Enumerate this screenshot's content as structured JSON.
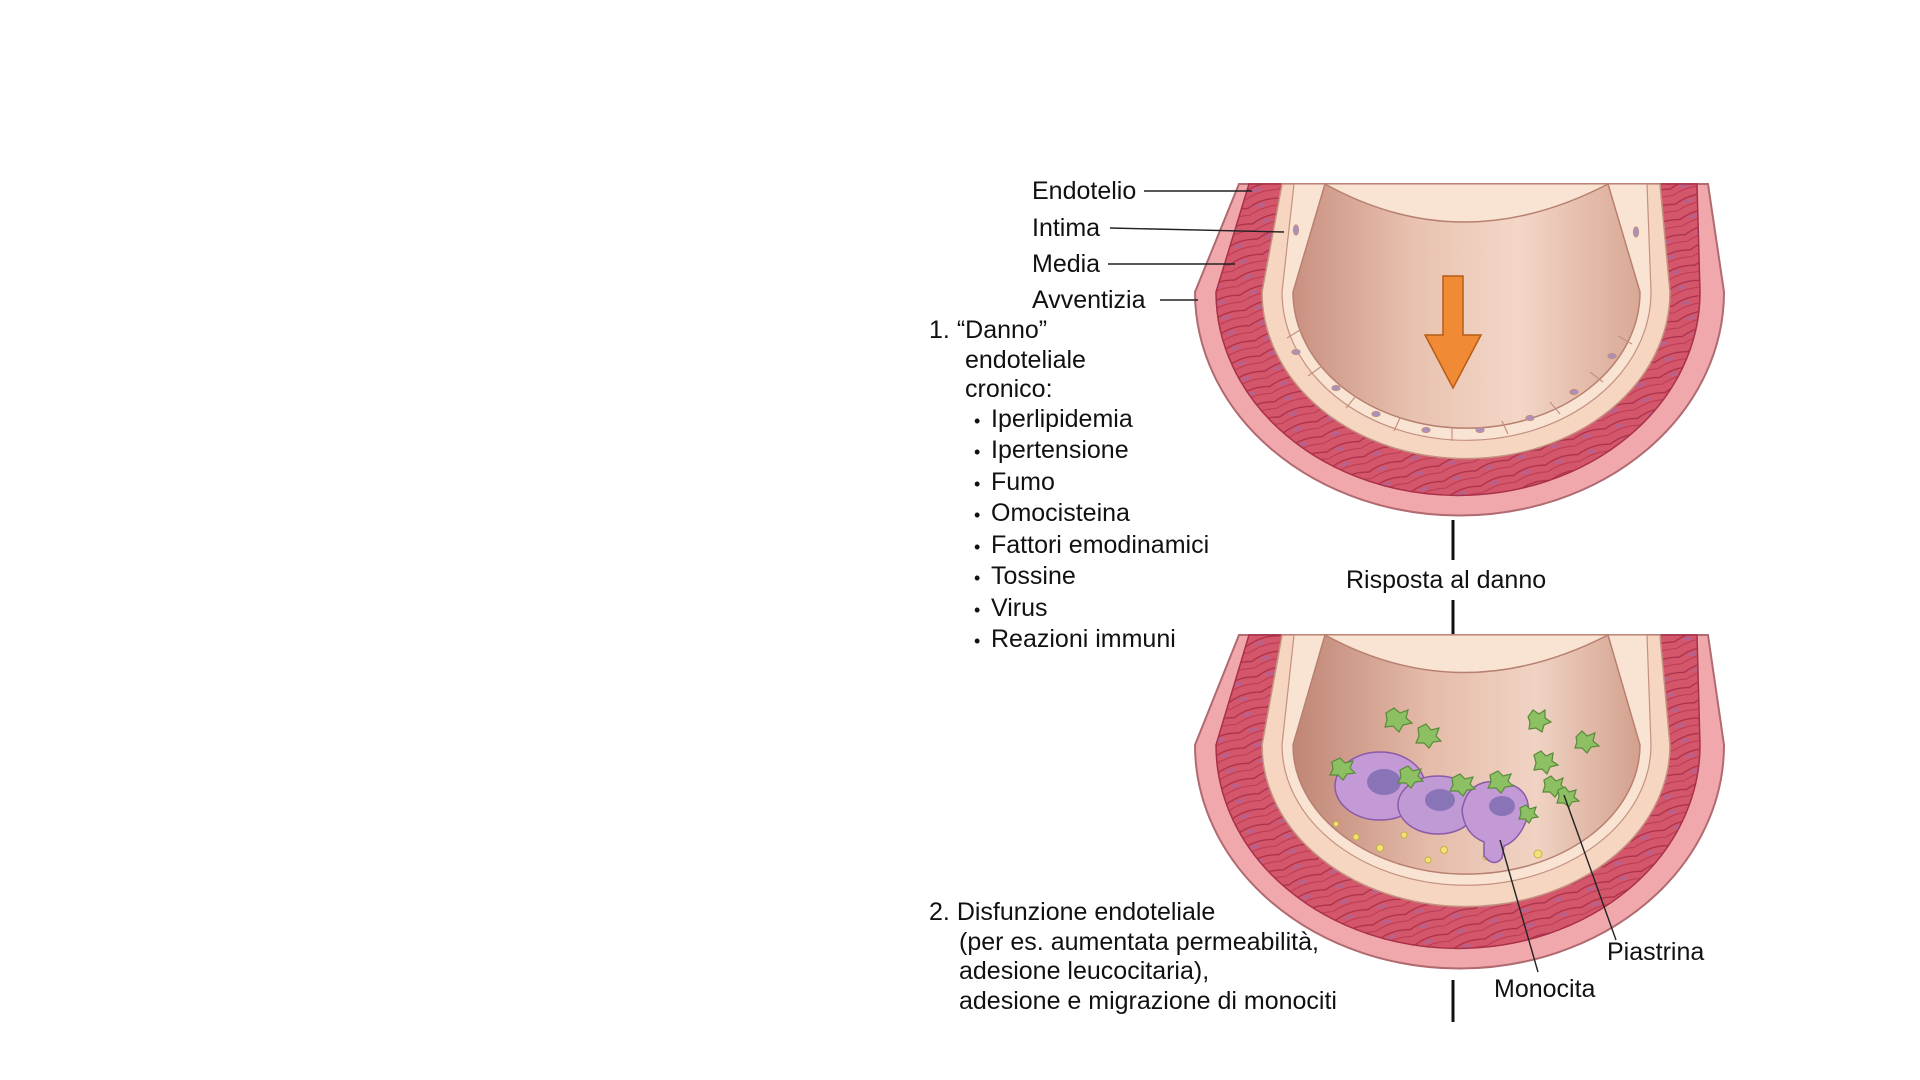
{
  "layers": {
    "endothelium": "Endotelio",
    "intima": "Intima",
    "media": "Media",
    "adventitia": "Avventizia"
  },
  "step1": {
    "number": "1.",
    "title_lines": [
      "“Danno”",
      "endoteliale",
      "cronico:"
    ],
    "causes": [
      "Iperlipidemia",
      "Ipertensione",
      "Fumo",
      "Omocisteina",
      "Fattori emodinamici",
      "Tossine",
      "Virus",
      "Reazioni immuni"
    ]
  },
  "response": "Risposta al danno",
  "step2": {
    "number": "2.",
    "lines": [
      "Disfunzione endoteliale",
      "(per es. aumentata permeabilità,",
      "adesione leucocitaria),",
      "adesione e migrazione di monociti"
    ]
  },
  "cells": {
    "platelet": "Piastrina",
    "monocyte": "Monocita"
  },
  "colors": {
    "adventitia": "#f0a8ad",
    "media": "#d2566a",
    "intima": "#f6d6c0",
    "lumen": "#e2b5a3",
    "arrow": "#f08a34",
    "monocyte": "#c49ad6",
    "platelet": "#8cc063",
    "lipid": "#f2e27a"
  }
}
